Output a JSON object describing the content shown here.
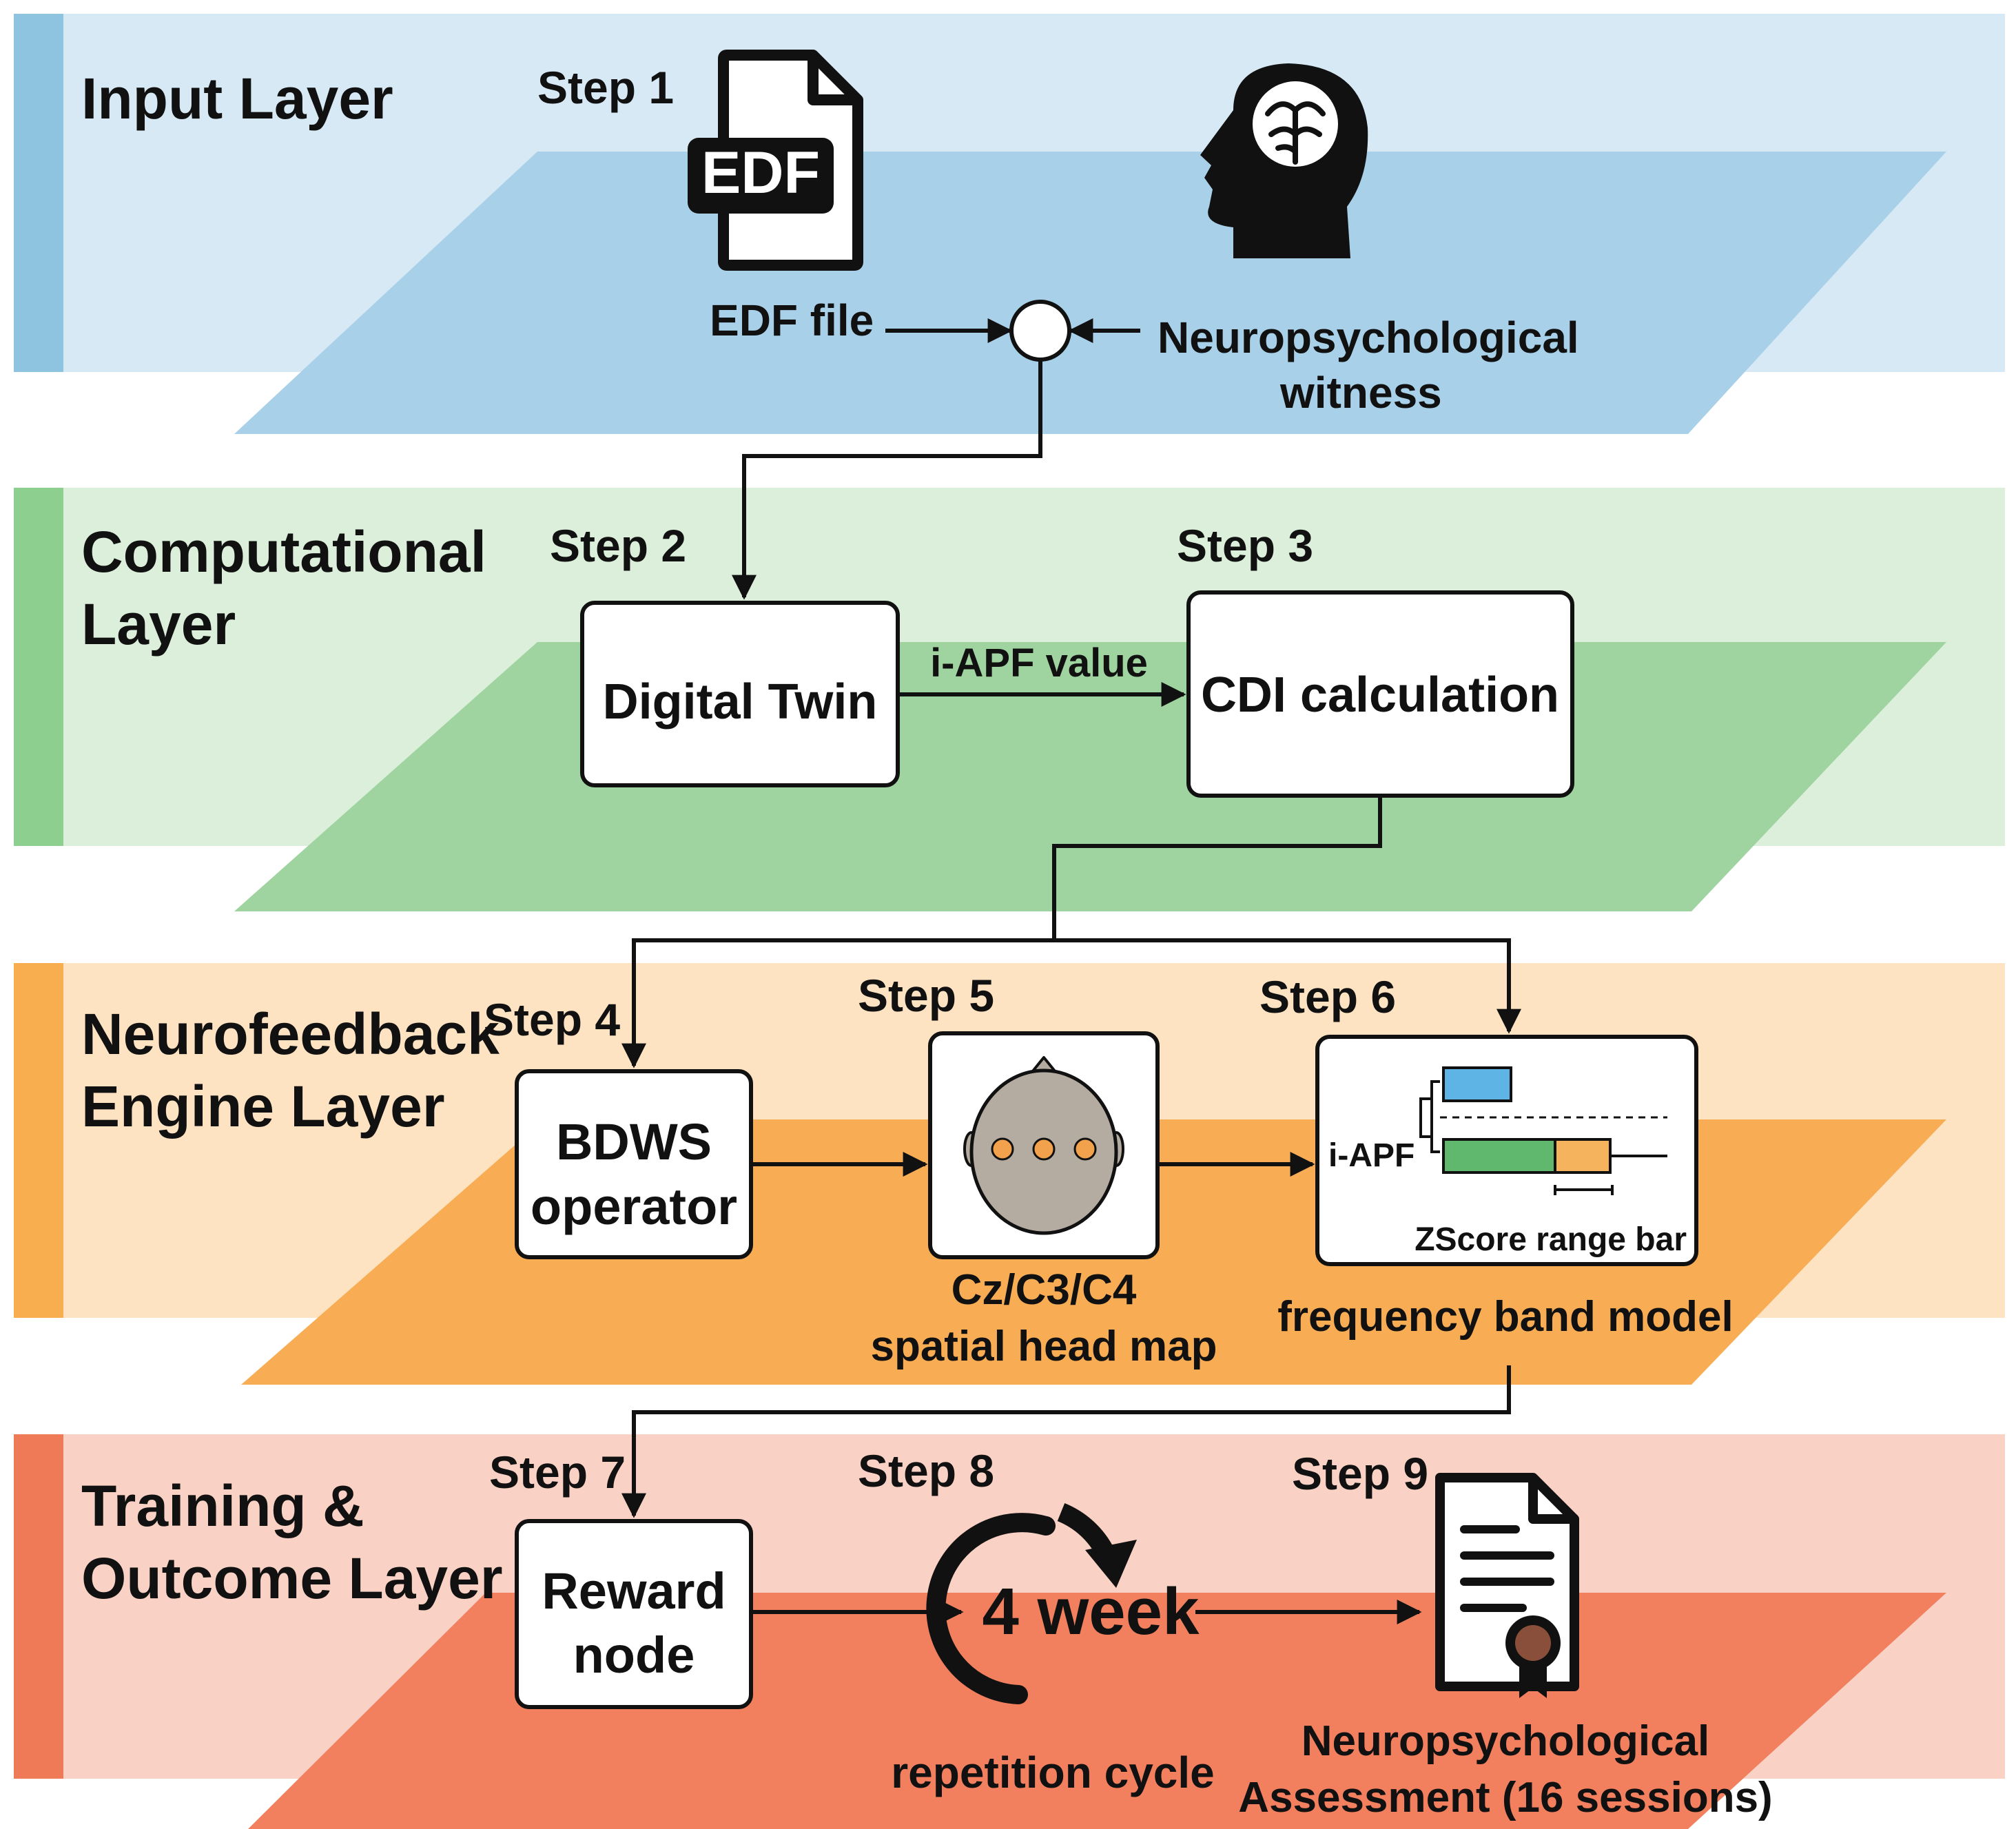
{
  "colors": {
    "input_band": "#d6e9f4",
    "input_sidebar": "#8ec4e0",
    "input_plane": "#a8d0e8",
    "comp_band": "#dcefda",
    "comp_sidebar": "#8ccf8e",
    "comp_plane": "#9fd3a0",
    "nf_band": "#fde3c2",
    "nf_sidebar": "#f8ae4f",
    "nf_plane": "#f8ad55",
    "train_band": "#f9d2c5",
    "train_sidebar": "#ef7a58",
    "train_plane": "#f2805f",
    "head_fill": "#b5aca1",
    "electrode": "#f2a24c",
    "bar_blue": "#5fb4e6",
    "bar_green": "#5fb86d",
    "bar_orange": "#f6b35e",
    "seal": "#8a4f3a"
  },
  "layers": {
    "input": {
      "title": "Input Layer"
    },
    "computational": {
      "title_1": "Computational",
      "title_2": "Layer"
    },
    "neurofeedback": {
      "title_1": "Neurofeedback",
      "title_2": "Engine Layer"
    },
    "training": {
      "title_1": "Training &",
      "title_2": "Outcome Layer"
    }
  },
  "steps": {
    "s1": "Step 1",
    "s2": "Step 2",
    "s3": "Step 3",
    "s4": "Step 4",
    "s5": "Step 5",
    "s6": "Step 6",
    "s7": "Step 7",
    "s8": "Step 8",
    "s9": "Step 9"
  },
  "input": {
    "edf_icon_text": "EDF",
    "edf_label": "EDF file",
    "witness_label_1": "Neuropsychological",
    "witness_label_2": "witness",
    "edf_icon": "edf-file-icon",
    "brain_icon": "head-brain-icon"
  },
  "computational": {
    "digital_twin": "Digital Twin",
    "edge_label": "i-APF value",
    "cdi": "CDI calculation"
  },
  "neurofeedback": {
    "bdws_1": "BDWS",
    "bdws_2": "operator",
    "head_label_1": "Cz/C3/C4",
    "head_label_2": "spatial head map",
    "chart_axis_label": "i-APF",
    "chart_caption": "ZScore range bar",
    "band_label": "frequency band model"
  },
  "training": {
    "reward_1": "Reward",
    "reward_2": "node",
    "cycle_text": "4 week",
    "cycle_label": "repetition cycle",
    "assessment_1": "Neuropsychological",
    "assessment_2": "Assessment (16 sessions)",
    "cycle_icon": "cycle-arrow-icon",
    "certificate_icon": "certificate-icon"
  }
}
